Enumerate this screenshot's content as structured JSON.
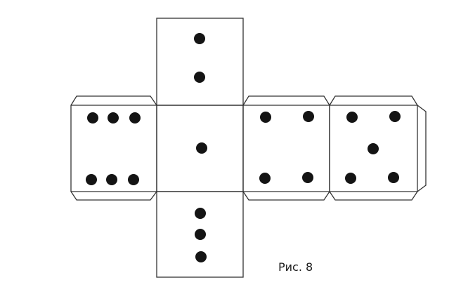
{
  "figure": {
    "caption": "Рис. 8"
  },
  "colors": {
    "line": "#333333",
    "pip": "#141414",
    "background": "#ffffff"
  },
  "faces": [
    {
      "id": "top",
      "pips": 2
    },
    {
      "id": "left",
      "pips": 6
    },
    {
      "id": "center",
      "pips": 1
    },
    {
      "id": "right-1",
      "pips": 4
    },
    {
      "id": "right-2",
      "pips": 5
    },
    {
      "id": "bottom",
      "pips": 3
    }
  ]
}
